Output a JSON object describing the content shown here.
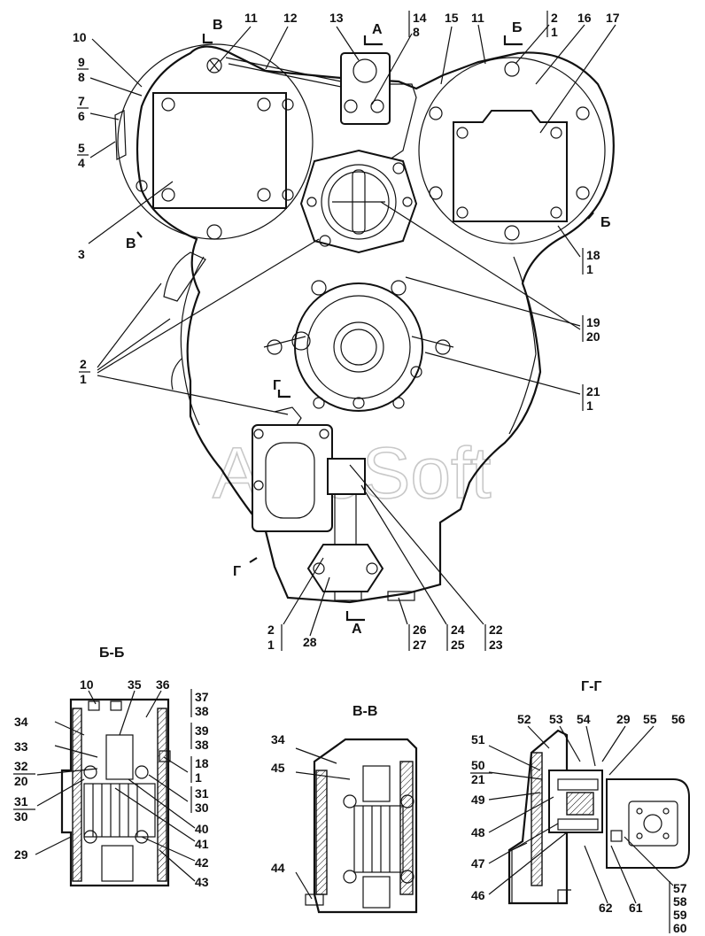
{
  "watermark": "AutoSoft",
  "main_view": {
    "callouts": {
      "c10": "10",
      "c9": "9",
      "c8": "8",
      "c7": "7",
      "c6": "6",
      "c5": "5",
      "c4": "4",
      "c11a": "11",
      "c12": "12",
      "c13": "13",
      "c14": "14",
      "c8b": "8",
      "c15": "15",
      "c11b": "11",
      "c2a": "2",
      "c1a": "1",
      "c16": "16",
      "c17": "17",
      "c3": "3",
      "c18": "18",
      "c1b": "1",
      "c19": "19",
      "c20": "20",
      "c2b": "2",
      "c1c": "1",
      "c21": "21",
      "c1d": "1",
      "c2c": "2",
      "c1e": "1",
      "c28": "28",
      "c26": "26",
      "c27": "27",
      "c24": "24",
      "c25": "25",
      "c22": "22",
      "c23": "23"
    },
    "section_marks": {
      "v_top": "В",
      "a_top": "А",
      "b_top": "Б",
      "v_left": "В",
      "b_right": "Б",
      "g_mid": "Г",
      "g_low": "Г",
      "a_bottom": "А"
    }
  },
  "section_bb": {
    "title": "Б-Б",
    "callouts": {
      "c10": "10",
      "c35": "35",
      "c36": "36",
      "c37": "37",
      "c38a": "38",
      "c34": "34",
      "c39": "39",
      "c38b": "38",
      "c33": "33",
      "c32": "32",
      "c20": "20",
      "c18": "18",
      "c1": "1",
      "c31a": "31",
      "c30a": "30",
      "c31b": "31",
      "c30b": "30",
      "c40": "40",
      "c41": "41",
      "c29": "29",
      "c42": "42",
      "c43": "43"
    }
  },
  "section_vv": {
    "title": "В-В",
    "callouts": {
      "c34": "34",
      "c45": "45",
      "c44": "44"
    }
  },
  "section_gg": {
    "title": "Г-Г",
    "callouts": {
      "c52": "52",
      "c53": "53",
      "c54": "54",
      "c29": "29",
      "c55": "55",
      "c56": "56",
      "c51": "51",
      "c50": "50",
      "c21": "21",
      "c49": "49",
      "c48": "48",
      "c47": "47",
      "c46": "46",
      "c62": "62",
      "c61": "61",
      "c57": "57",
      "c58": "58",
      "c59": "59",
      "c60": "60"
    }
  }
}
